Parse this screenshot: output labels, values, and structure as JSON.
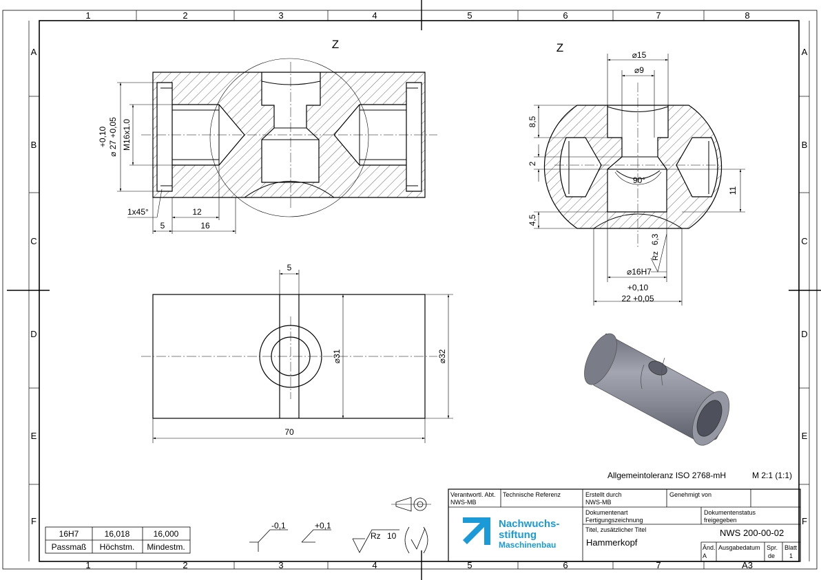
{
  "frame": {
    "columns": [
      "1",
      "2",
      "3",
      "4",
      "5",
      "6",
      "7",
      "8"
    ],
    "rows": [
      "A",
      "B",
      "C",
      "D",
      "E",
      "F"
    ]
  },
  "views": {
    "left_section_label": "Z",
    "right_section_label": "Z"
  },
  "dimensions": {
    "left_section": {
      "tol_upper": "+0,10",
      "dia_27": "⌀ 27 +0,05",
      "thread": "M16x1.0",
      "chamfer": "1x45°",
      "d12": "12",
      "d5": "5",
      "d16": "16"
    },
    "right_section": {
      "dia15": "⌀15",
      "dia9": "⌀9",
      "d8_5": "8,5",
      "d2": "2",
      "angle": "90°",
      "d11": "11",
      "d4_5": "4,5",
      "rz_symbol": "Rz",
      "rz_value": "6,3",
      "dia16h7": "⌀16H7",
      "tol_upper": "+0,10",
      "d22": "22 +0,05"
    },
    "front_view": {
      "d5": "5",
      "dia31": "⌀31",
      "dia32": "⌀32",
      "d70": "70"
    }
  },
  "notes": {
    "general_tolerance": "Allgemeintoleranz ISO 2768-mH",
    "scale": "M 2:1 (1:1)",
    "tol_neg": "-0,1",
    "tol_pos": "+0,1",
    "surface_rz": "Rz",
    "surface_value": "10"
  },
  "fit_table": {
    "cells": [
      [
        "16H7",
        "16,018",
        "16,000"
      ],
      [
        "Passmaß",
        "Höchstm.",
        "Mindestm."
      ]
    ]
  },
  "title_block": {
    "resp_dept_label": "Verantwortl. Abt.",
    "resp_dept_value": "NWS-MB",
    "tech_ref_label": "Technische Referenz",
    "created_by_label": "Erstellt durch",
    "created_by_value": "NWS-MB",
    "approved_label": "Genehmigt von",
    "doc_type_label": "Dokumentenart",
    "doc_type_value": "Fertigungszeichnung",
    "doc_status_label": "Dokumentenstatus",
    "doc_status_value": "freigegeben",
    "title_label": "Titel, zusätzlicher Titel",
    "title_value": "Hammerkopf",
    "doc_number": "NWS 200-00-02",
    "rev_label": "Änd.",
    "rev_value": "A",
    "issue_date_label": "Ausgabedatum",
    "lang_label": "Spr.",
    "lang_value": "de",
    "sheet_label": "Blatt",
    "sheet_value": "1",
    "format": "A3",
    "logo_line1": "Nachwuchs-",
    "logo_line2": "stiftung",
    "logo_line3": "Maschinenbau"
  },
  "colors": {
    "logo_blue": "#1a9ad6",
    "part_gray": "#8a8c98"
  }
}
